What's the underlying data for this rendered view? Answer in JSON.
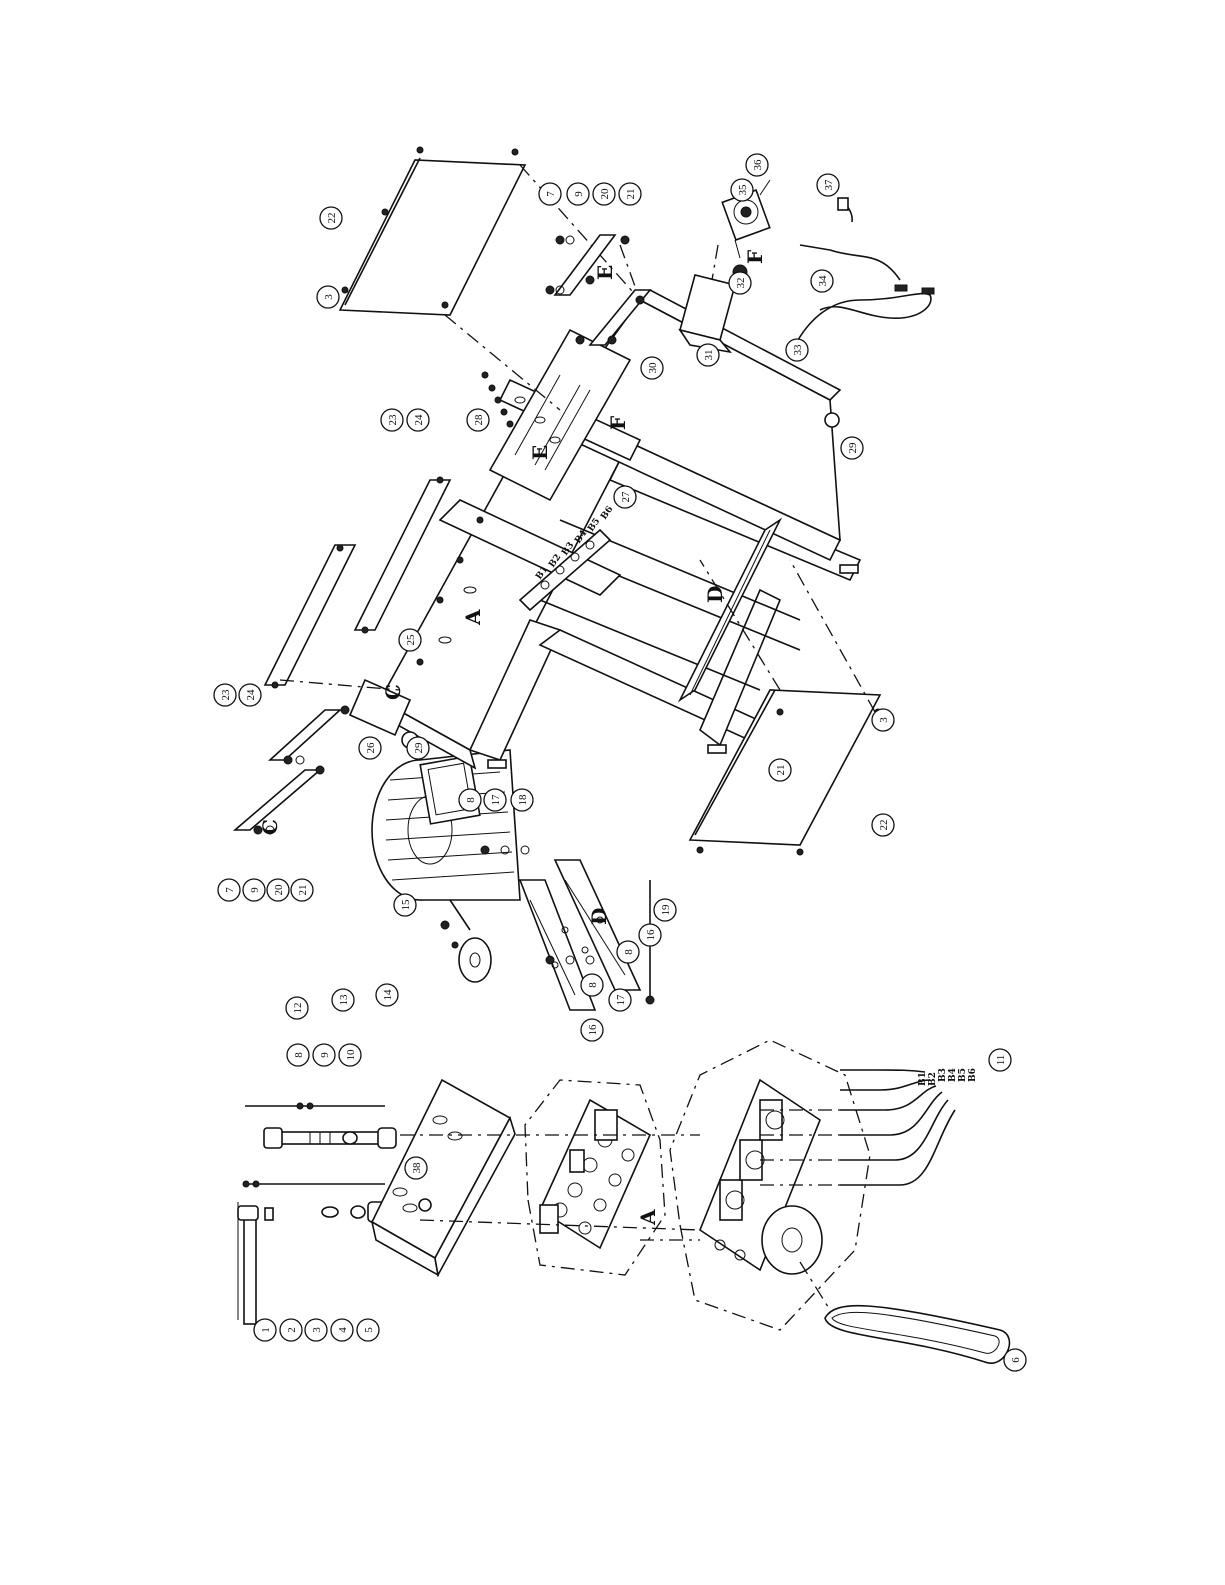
{
  "callouts": [
    {
      "id": "c1",
      "label": "1"
    },
    {
      "id": "c2",
      "label": "2"
    },
    {
      "id": "c3a",
      "label": "3"
    },
    {
      "id": "c4",
      "label": "4"
    },
    {
      "id": "c5",
      "label": "5"
    },
    {
      "id": "c6",
      "label": "6"
    },
    {
      "id": "c8a",
      "label": "8"
    },
    {
      "id": "c9a",
      "label": "9"
    },
    {
      "id": "c10",
      "label": "10"
    },
    {
      "id": "c11",
      "label": "11"
    },
    {
      "id": "c38",
      "label": "38"
    },
    {
      "id": "c12",
      "label": "12"
    },
    {
      "id": "c13",
      "label": "13"
    },
    {
      "id": "c14",
      "label": "14"
    },
    {
      "id": "c15",
      "label": "15"
    },
    {
      "id": "c16a",
      "label": "16"
    },
    {
      "id": "c8b",
      "label": "8"
    },
    {
      "id": "c17a",
      "label": "17"
    },
    {
      "id": "c8c",
      "label": "8"
    },
    {
      "id": "c16b",
      "label": "16"
    },
    {
      "id": "c19",
      "label": "19"
    },
    {
      "id": "c8d",
      "label": "8"
    },
    {
      "id": "c17b",
      "label": "17"
    },
    {
      "id": "c18",
      "label": "18"
    },
    {
      "id": "c29a",
      "label": "29"
    },
    {
      "id": "c7a",
      "label": "7"
    },
    {
      "id": "c9b",
      "label": "9"
    },
    {
      "id": "c20a",
      "label": "20"
    },
    {
      "id": "c21a",
      "label": "21"
    },
    {
      "id": "c26",
      "label": "26"
    },
    {
      "id": "c23a",
      "label": "23"
    },
    {
      "id": "c24a",
      "label": "24"
    },
    {
      "id": "c25",
      "label": "25"
    },
    {
      "id": "c23b",
      "label": "23"
    },
    {
      "id": "c24b",
      "label": "24"
    },
    {
      "id": "c28",
      "label": "28"
    },
    {
      "id": "c27",
      "label": "27"
    },
    {
      "id": "c21b",
      "label": "21"
    },
    {
      "id": "c3b",
      "label": "3"
    },
    {
      "id": "c22a",
      "label": "22"
    },
    {
      "id": "c30",
      "label": "30"
    },
    {
      "id": "c29b",
      "label": "29"
    },
    {
      "id": "c3c",
      "label": "3"
    },
    {
      "id": "c22b",
      "label": "22"
    },
    {
      "id": "c7b",
      "label": "7"
    },
    {
      "id": "c9c",
      "label": "9"
    },
    {
      "id": "c20b",
      "label": "20"
    },
    {
      "id": "c21c",
      "label": "21"
    },
    {
      "id": "c31",
      "label": "31"
    },
    {
      "id": "c32",
      "label": "32"
    },
    {
      "id": "c35",
      "label": "35"
    },
    {
      "id": "c36",
      "label": "36"
    },
    {
      "id": "c33",
      "label": "33"
    },
    {
      "id": "c34",
      "label": "34"
    },
    {
      "id": "c37",
      "label": "37"
    }
  ],
  "letters": {
    "A1": "A",
    "A2": "A",
    "C1": "C",
    "C2": "C",
    "D1": "D",
    "D2": "D",
    "E1": "E",
    "E2": "E",
    "F1": "F",
    "F2": "F"
  },
  "wire_labels": {
    "w1": "B1",
    "w2": "B2",
    "w3": "B3",
    "w4": "B4",
    "w5": "B5",
    "w6": "B6",
    "t1": "B1",
    "t2": "B2",
    "t3": "B3",
    "t4": "B4",
    "t5": "B5",
    "t6": "B6"
  }
}
